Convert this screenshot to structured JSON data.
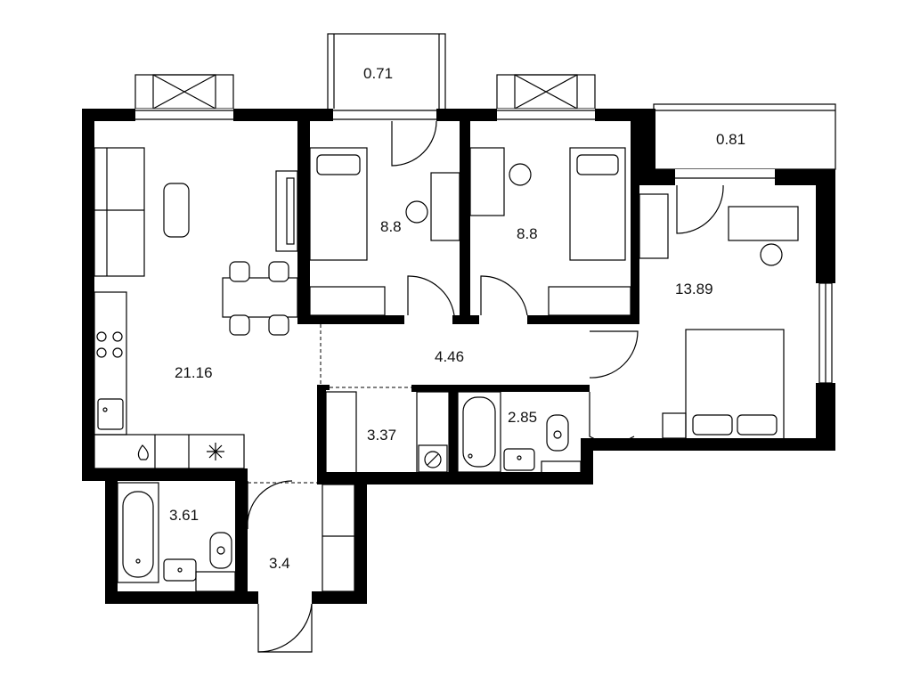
{
  "colors": {
    "wall": "#000000",
    "line": "#000000",
    "background": "#ffffff"
  },
  "rooms": {
    "living_kitchen": "21.16",
    "bedroom_left": "8.8",
    "bedroom_middle": "8.8",
    "bedroom_master": "13.89",
    "hallway": "4.46",
    "storage": "3.37",
    "bathroom_right": "2.85",
    "bathroom_left": "3.61",
    "entrance": "3.4",
    "balcony_top": "0.71",
    "balcony_right": "0.81"
  },
  "icons": {
    "sofa": "sofa-icon",
    "table": "dining-table-icon",
    "bed": "bed-icon",
    "desk": "desk-icon",
    "chair": "chair-icon",
    "stove": "stove-icon",
    "sink": "sink-icon",
    "bathtub": "bathtub-icon",
    "toilet": "toilet-icon",
    "washer": "washing-machine-icon",
    "fridge": "fridge-icon"
  }
}
